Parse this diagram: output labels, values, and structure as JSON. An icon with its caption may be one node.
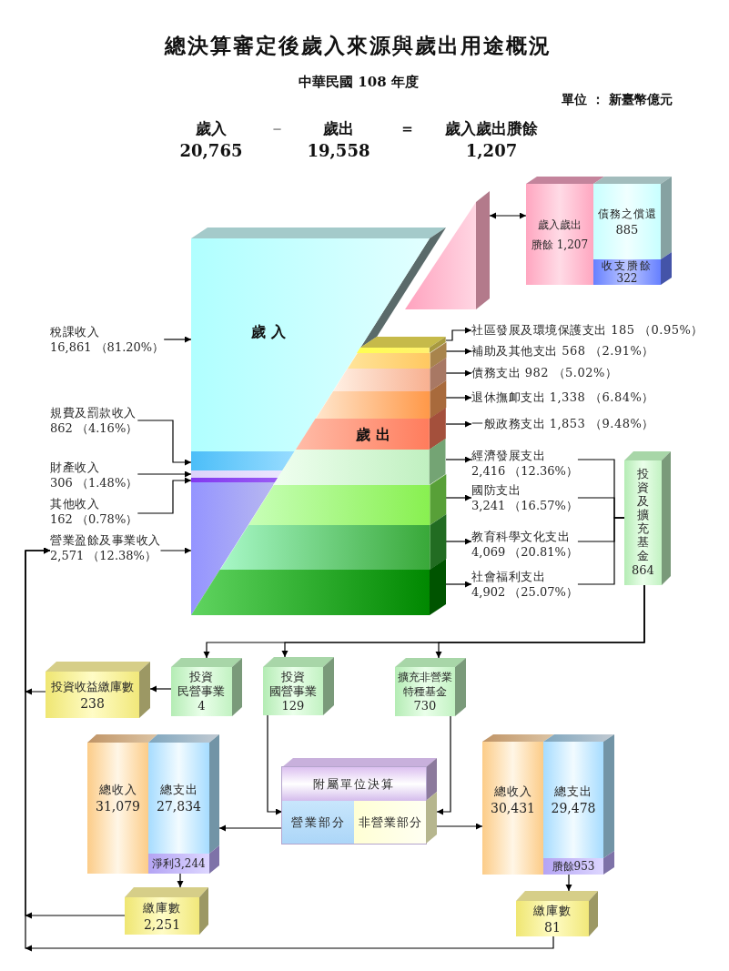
{
  "diagram": {
    "title": "總決算審定後歲入來源與歲出用途概況",
    "nodes": [
      {
        "text": [],
        "shape": "triangle"
      },
      {
        "text": [],
        "shape": "box"
      },
      {
        "text": [
          "歲入歲出賸餘 1,207"
        ],
        "in": 1
      },
      {
        "text": [
          "債務之償還",
          "885"
        ],
        "in": 1
      },
      {
        "text": [
          "收支賸餘",
          "322"
        ],
        "in": 1
      },
      {
        "text": [
          "稅課收入",
          "16,861 （81.20%）"
        ]
      },
      {
        "text": [
          "規費及罰款收入",
          "862 （4.16%）"
        ]
      },
      {
        "text": [
          "財產收入",
          "306 （1.48%）"
        ]
      },
      {
        "text": [
          "其他收入",
          "162 （0.78%）"
        ]
      },
      {
        "text": [
          "營業盈餘及事業收入",
          "2,571 （12.38%）"
        ]
      },
      {
        "text": [],
        "shape": "bar"
      },
      {
        "text": [],
        "shape": "bar"
      },
      {
        "text": [],
        "shape": "bar"
      },
      {
        "text": [],
        "shape": "bar"
      },
      {
        "text": [],
        "shape": "bar"
      },
      {
        "text": [],
        "shape": "bar"
      },
      {
        "text": [],
        "shape": "bar"
      },
      {
        "text": [],
        "shape": "bar"
      },
      {
        "text": [],
        "shape": "bar"
      },
      {
        "text": [],
        "shape": "bar"
      },
      {
        "text": [],
        "shape": "bar"
      },
      {
        "text": [],
        "shape": "bar"
      },
      {
        "text": [],
        "shape": "bar"
      },
      {
        "text": [],
        "shape": "bar"
      },
      {
        "text": [
          "社區發展及環境保護支出 185 （0.95%）"
        ]
      },
      {
        "text": [
          "補助及其他支出 568 （2.91%）"
        ]
      },
      {
        "text": [
          "債務支出 982 （5.02%）"
        ]
      },
      {
        "text": [
          "退休撫卹支出 1,338 （6.84%）"
        ]
      },
      {
        "text": [
          "一般政務支出 1,853 （9.48%）"
        ]
      },
      {
        "text": [
          "經濟發展支出",
          "2,416 （12.36%）"
        ]
      },
      {
        "text": [
          "國防支出",
          "3,241 （16.57%）"
        ]
      },
      {
        "text": [
          "教育科學文化支出",
          "4,069 （20.81%）"
        ]
      },
      {
        "text": [
          "社會福利支出",
          "4,902 （25.07%）"
        ]
      },
      {
        "text": [
          "投資及擴充基金",
          "864"
        ]
      },
      {
        "text": [
          "投資收益繳庫數",
          "238"
        ]
      },
      {
        "text": [
          "投資民營事業",
          "4"
        ]
      },
      {
        "text": [
          "投資國營事業",
          "129"
        ]
      },
      {
        "text": [
          "擴充非營業特種基金",
          "730"
        ]
      },
      {
        "text": [],
        "shape": "box"
      },
      {
        "text": [
          "總收入",
          "31,079"
        ],
        "in": 38
      },
      {
        "text": [
          "總支出",
          "27,834"
        ],
        "in": 38
      },
      {
        "text": [
          "淨利3,244"
        ],
        "in": 38
      },
      {
        "text": [
          "附屬單位決算"
        ]
      },
      {
        "text": [
          "營業部分"
        ],
        "in": 42
      },
      {
        "text": [
          "非營業部分"
        ],
        "in": 42
      },
      {
        "text": [],
        "shape": "box"
      },
      {
        "text": [
          "總收入",
          "30,431"
        ],
        "in": 45
      },
      {
        "text": [
          "總支出",
          "29,478"
        ],
        "in": 45
      },
      {
        "text": [
          "賸餘953"
        ],
        "in": 45
      },
      {
        "text": [
          "繳庫數",
          "2,251"
        ]
      },
      {
        "text": [
          "繳庫數",
          "81"
        ]
      }
    ],
    "edges": [
      {
        "from": 0,
        "to": 2,
        "arrow": "both"
      },
      {
        "from": 5,
        "to": 10,
        "arrow": "to"
      },
      {
        "from": 6,
        "to": 11,
        "arrow": "to"
      },
      {
        "from": 7,
        "to": 12,
        "arrow": "to"
      },
      {
        "from": 8,
        "to": 13,
        "arrow": "to"
      },
      {
        "from": 9,
        "to": 14,
        "arrow": "to"
      },
      {
        "from": 15,
        "to": 24,
        "arrow": "to"
      },
      {
        "from": 16,
        "to": 25,
        "arrow": "to"
      },
      {
        "from": 17,
        "to": 26,
        "arrow": "to"
      },
      {
        "from": 18,
        "to": 27,
        "arrow": "to"
      },
      {
        "from": 19,
        "to": 28,
        "arrow": "to"
      },
      {
        "from": 20,
        "to": 29,
        "arrow": "to"
      },
      {
        "from": 21,
        "to": 30,
        "arrow": "to"
      },
      {
        "from": 22,
        "to": 31,
        "arrow": "to"
      },
      {
        "from": 23,
        "to": 32,
        "arrow": "to"
      },
      {
        "from": 29,
        "to": 33,
        "arrow": "none"
      },
      {
        "from": 30,
        "to": 33,
        "arrow": "none"
      },
      {
        "from": 31,
        "to": 33,
        "arrow": "none"
      },
      {
        "from": 32,
        "to": 33,
        "arrow": "none"
      },
      {
        "from": 33,
        "to": 35,
        "arrow": "to"
      },
      {
        "from": 33,
        "to": 36,
        "arrow": "to"
      },
      {
        "from": 33,
        "to": 37,
        "arrow": "to"
      },
      {
        "from": 35,
        "to": 34,
        "arrow": "to"
      },
      {
        "from": 36,
        "to": 43,
        "arrow": "to"
      },
      {
        "from": 37,
        "to": 44,
        "arrow": "to"
      },
      {
        "from": 43,
        "to": 38,
        "arrow": "to"
      },
      {
        "from": 44,
        "to": 45,
        "arrow": "to"
      },
      {
        "from": 41,
        "to": 49,
        "arrow": "to"
      },
      {
        "from": 48,
        "to": 50,
        "arrow": "to"
      },
      {
        "from": 34,
        "to": 9,
        "arrow": "to"
      },
      {
        "from": 49,
        "to": 9,
        "arrow": "to"
      },
      {
        "from": 50,
        "to": 9,
        "arrow": "to"
      }
    ],
    "labels": [
      "中華民國 108 年度",
      "單位 ： 新臺幣億元",
      "歲入",
      "－",
      "歲出",
      "＝",
      "歲入歲出賸餘",
      "20,765",
      "19,558",
      "1,207",
      "歲 入",
      "歲 出"
    ]
  }
}
